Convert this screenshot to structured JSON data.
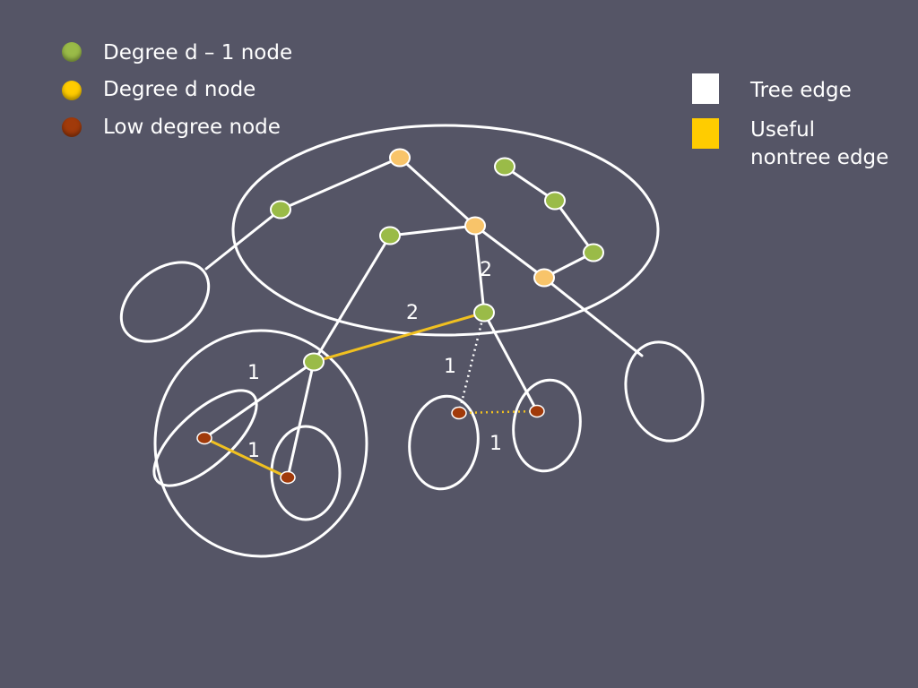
{
  "legend_nodes": [
    {
      "label": "Degree d – 1 node",
      "color": "#9abb48"
    },
    {
      "label": "Degree d  node",
      "color": "#ffcc00"
    },
    {
      "label": "Low degree  node",
      "color": "#a13a0a"
    }
  ],
  "legend_edges": [
    {
      "label": "Tree edge",
      "color": "#ffffff"
    },
    {
      "label_line1": "Useful",
      "label_line2": "nontree edge",
      "color": "#ffcc00"
    }
  ],
  "colors": {
    "background": "#555566",
    "node_green": "#9abb48",
    "node_orange": "#f8c46a",
    "node_red": "#a13a0a",
    "tree_edge": "#ffffff",
    "nontree_edge": "#f0c020"
  },
  "edge_labels": [
    "2",
    "2",
    "1",
    "1",
    "1",
    "1"
  ]
}
